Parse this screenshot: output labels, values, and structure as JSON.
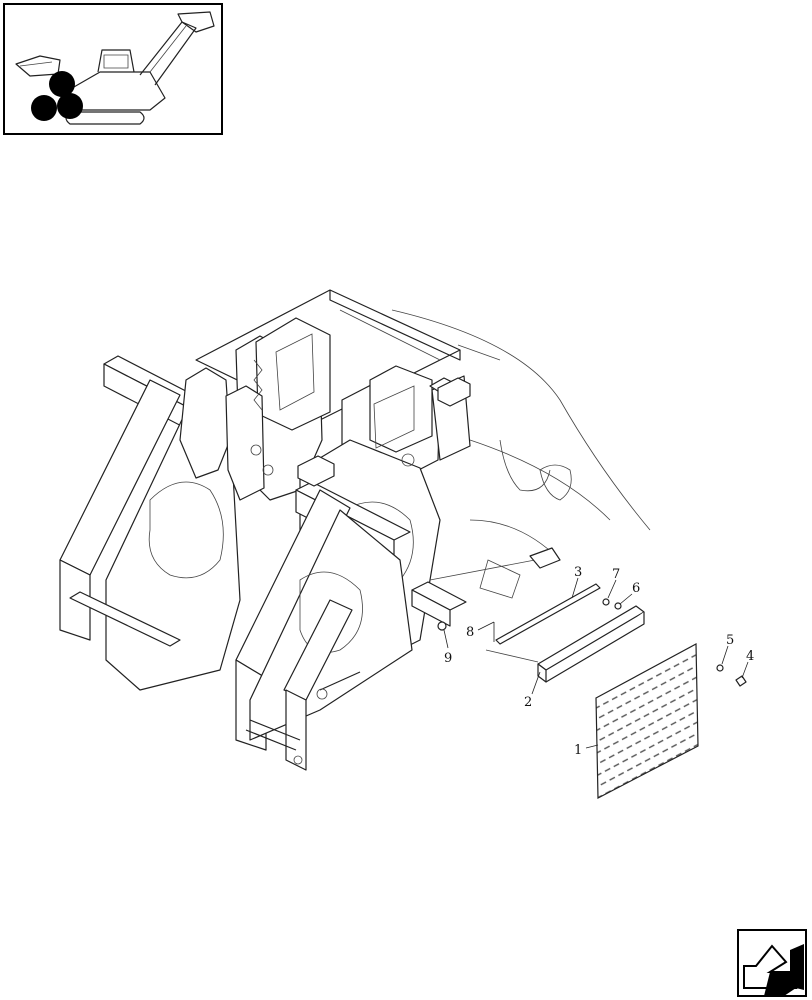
{
  "callouts": [
    {
      "id": "c1",
      "label": "1"
    },
    {
      "id": "c2",
      "label": "2"
    },
    {
      "id": "c3",
      "label": "3"
    },
    {
      "id": "c4",
      "label": "4"
    },
    {
      "id": "c5",
      "label": "5"
    },
    {
      "id": "c6",
      "label": "6"
    },
    {
      "id": "c7",
      "label": "7"
    },
    {
      "id": "c8",
      "label": "8"
    },
    {
      "id": "c9",
      "label": "9"
    }
  ],
  "icons": {
    "thumbnail": "harvester-machine-icon",
    "navigation": "next-page-arrow-icon"
  }
}
